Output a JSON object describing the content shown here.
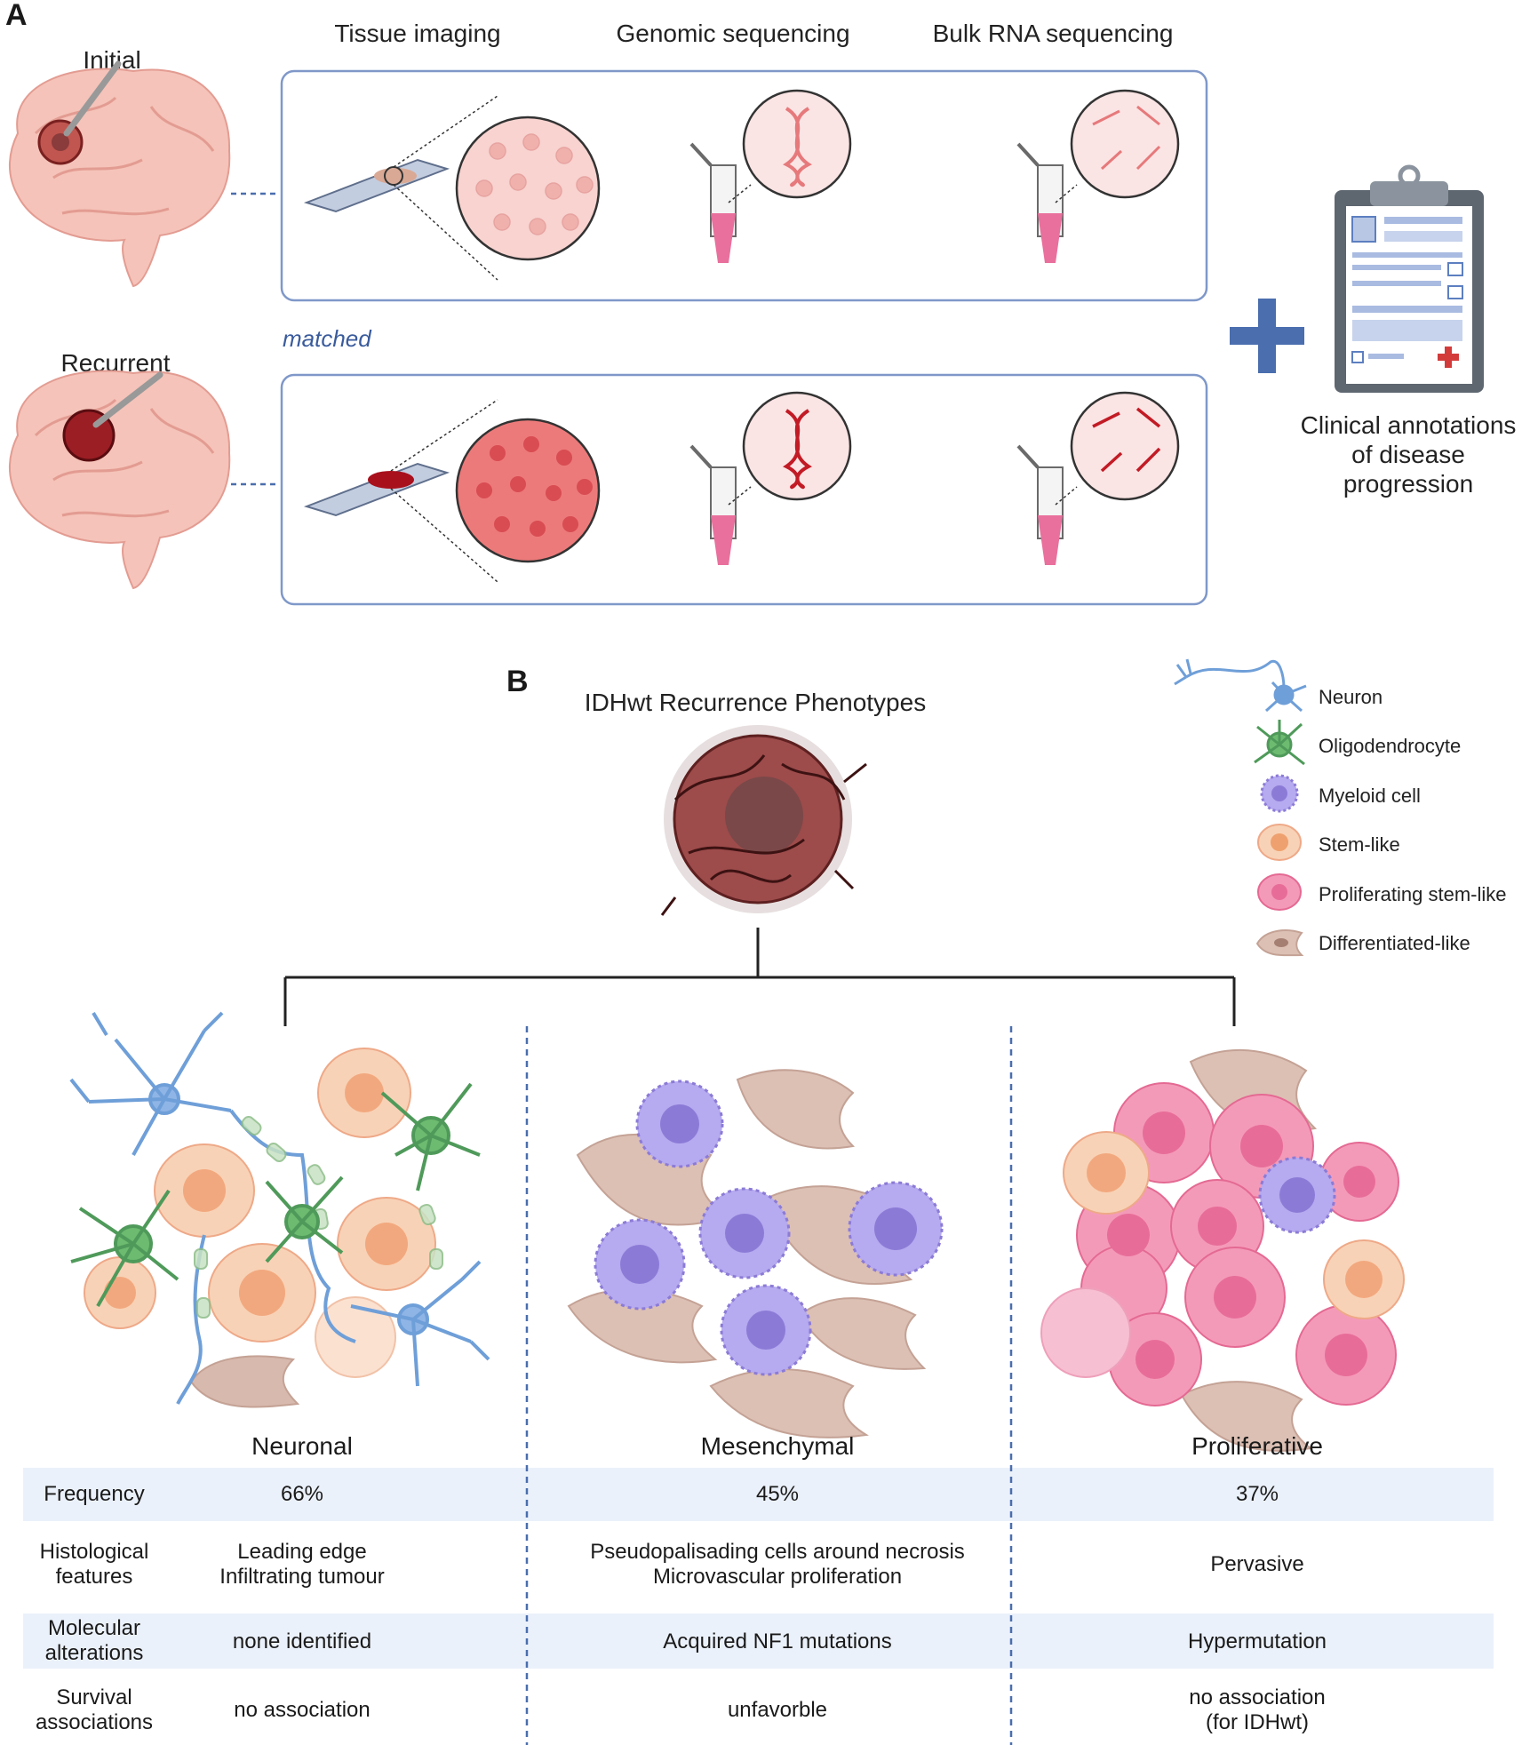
{
  "panel_a": {
    "letter": "A",
    "brain_initial": "Initial",
    "brain_recurrent": "Recurrent",
    "headers": [
      "Tissue imaging",
      "Genomic sequencing",
      "Bulk RNA sequencing"
    ],
    "matched": "matched",
    "clinical": [
      "Clinical annotations",
      "of disease",
      "progression"
    ]
  },
  "panel_b": {
    "letter": "B",
    "title": "IDHwt Recurrence Phenotypes",
    "legend": [
      {
        "label": "Neuron",
        "icon": "neuron-icon"
      },
      {
        "label": "Oligodendrocyte",
        "icon": "oligodendrocyte-icon"
      },
      {
        "label": "Myeloid cell",
        "icon": "myeloid-cell-icon"
      },
      {
        "label": "Stem-like",
        "icon": "stem-like-icon"
      },
      {
        "label": "Proliferating stem-like",
        "icon": "proliferating-stem-like-icon"
      },
      {
        "label": "Differentiated-like",
        "icon": "differentiated-like-icon"
      }
    ],
    "phenotypes": [
      "Neuronal",
      "Mesenchymal",
      "Proliferative"
    ],
    "rows": [
      {
        "label": "Frequency",
        "values": [
          "66%",
          "45%",
          "37%"
        ]
      },
      {
        "label": [
          "Histological",
          "features"
        ],
        "values": [
          [
            "Leading edge",
            "Infiltrating tumour"
          ],
          [
            "Pseudopalisading cells around necrosis",
            "Microvascular proliferation"
          ],
          [
            "Pervasive"
          ]
        ]
      },
      {
        "label": [
          "Molecular",
          "alterations"
        ],
        "values": [
          "none identified",
          "Acquired NF1 mutations",
          "Hypermutation"
        ]
      },
      {
        "label": [
          "Survival",
          "associations"
        ],
        "values": [
          "no association",
          "unfavorble",
          [
            "no association",
            "(for IDHwt)"
          ]
        ]
      }
    ]
  },
  "colors": {
    "panel_border": "#7f98c9",
    "band": "#ebf1fa",
    "accent_blue": "#3a5b9c",
    "plus": "#4a6eae",
    "tissue_light": "#f6c9c7",
    "tissue_dark": "#e2676b",
    "neuron": "#6f9fd8",
    "oligodendrocyte": "#4f9a5a",
    "myeloid": "#a89be0",
    "stem_like": "#f6c2a1",
    "proliferating": "#ee8fb2",
    "differentiated": "#d8b9ad"
  }
}
